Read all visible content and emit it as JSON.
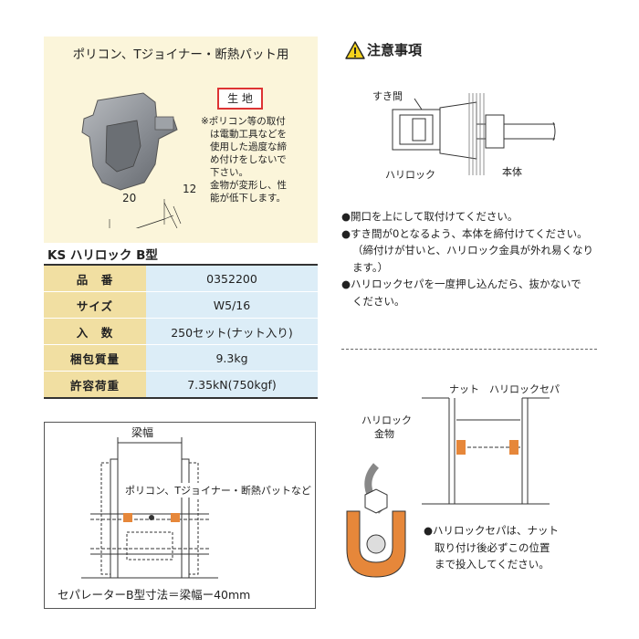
{
  "product_panel": {
    "title": "ポリコン、Tジョイナー・断熱パット用",
    "material_label": "生 地",
    "note_lines": [
      "※ポリコン等の取付",
      "は電動工具などを",
      "使用した過度な締",
      "め付けをしないで",
      "下さい。",
      "金物が変形し、性",
      "能が低下します。"
    ],
    "dim_width": "20",
    "dim_depth": "12"
  },
  "product_title": "KS ハリロック B型",
  "spec_table": [
    {
      "key": "品　番",
      "value": "0352200"
    },
    {
      "key": "サイズ",
      "value": "W5/16"
    },
    {
      "key": "入　数",
      "value": "250セット(ナット入り)"
    },
    {
      "key": "梱包質量",
      "value": "9.3kg"
    },
    {
      "key": "許容荷重",
      "value": "7.35kN(750kgf)"
    }
  ],
  "beam_diagram": {
    "width_label": "梁幅",
    "parts_label": "ポリコン、Tジョイナー・断熱パットなど",
    "formula": "セパレーターB型寸法＝梁幅ー40mm"
  },
  "caution": {
    "title": "注意事項",
    "gap_label": "すき間",
    "harilock_label": "ハリロック",
    "body_label": "本体",
    "bullets": [
      "●開口を上にして取付けてください。",
      "●すき間が0となるよう、本体を締付けてください。",
      "（締付けが甘いと、ハリロック金具が外れ易くなり",
      "ます。）",
      "●ハリロックセパを一度押し込んだら、抜かないで",
      "ください。"
    ]
  },
  "install_diagram": {
    "nut_label": "ナット",
    "sepa_label": "ハリロックセパ",
    "fitting_label_1": "ハリロック",
    "fitting_label_2": "金物",
    "note_lines": [
      "●ハリロックセパは、ナット",
      "取り付け後必ずこの位置",
      "まで投入してください。"
    ]
  },
  "colors": {
    "panel_bg": "#fbf5da",
    "key_bg": "#f1dfa2",
    "value_bg": "#dcedf7",
    "orange": "#e6873a",
    "warn_yellow": "#f3d21b"
  }
}
